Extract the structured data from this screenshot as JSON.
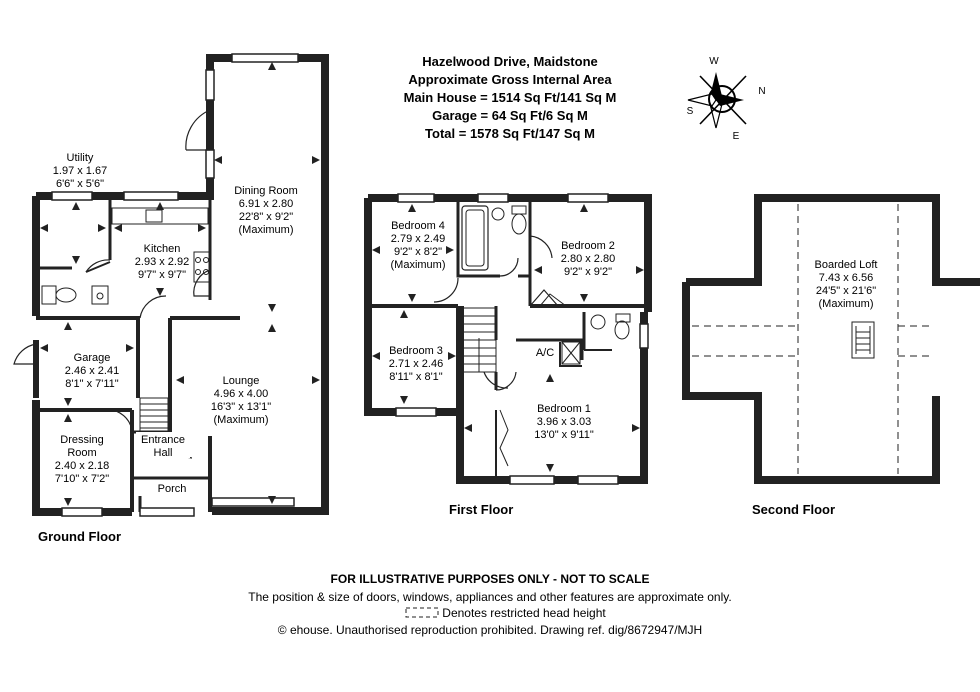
{
  "header": {
    "address": "Hazelwood Drive, Maidstone",
    "area_title": "Approximate Gross Internal Area",
    "main_house": "Main House = 1514 Sq Ft/141 Sq M",
    "garage": "Garage = 64 Sq Ft/6 Sq M",
    "total": "Total = 1578 Sq Ft/147 Sq M"
  },
  "compass": {
    "w": "W",
    "n": "N",
    "s": "S",
    "e": "E"
  },
  "ground_floor": {
    "label": "Ground Floor",
    "utility": {
      "name": "Utility",
      "metric": "1.97 x 1.67",
      "imperial": "6'6\" x 5'6\""
    },
    "kitchen": {
      "name": "Kitchen",
      "metric": "2.93 x 2.92",
      "imperial": "9'7\" x 9'7\""
    },
    "dining": {
      "name": "Dining Room",
      "metric": "6.91 x 2.80",
      "imperial": "22'8\" x 9'2\"",
      "note": "(Maximum)"
    },
    "garage": {
      "name": "Garage",
      "metric": "2.46 x 2.41",
      "imperial": "8'1\" x 7'11\""
    },
    "lounge": {
      "name": "Lounge",
      "metric": "4.96 x 4.00",
      "imperial": "16'3\" x 13'1\"",
      "note": "(Maximum)"
    },
    "dressing": {
      "name": "Dressing",
      "name2": "Room",
      "metric": "2.40 x 2.18",
      "imperial": "7'10\" x 7'2\""
    },
    "entrance": {
      "name": "Entrance",
      "name2": "Hall"
    },
    "porch": {
      "name": "Porch"
    }
  },
  "first_floor": {
    "label": "First Floor",
    "bedroom4": {
      "name": "Bedroom 4",
      "metric": "2.79 x 2.49",
      "imperial": "9'2\" x 8'2\"",
      "note": "(Maximum)"
    },
    "bedroom2": {
      "name": "Bedroom 2",
      "metric": "2.80 x 2.80",
      "imperial": "9'2\" x 9'2\""
    },
    "bedroom3": {
      "name": "Bedroom 3",
      "metric": "2.71 x 2.46",
      "imperial": "8'11\" x 8'1\""
    },
    "bedroom1": {
      "name": "Bedroom 1",
      "metric": "3.96 x 3.03",
      "imperial": "13'0\" x 9'11\""
    },
    "ac": "A/C"
  },
  "second_floor": {
    "label": "Second Floor",
    "loft": {
      "name": "Boarded Loft",
      "metric": "7.43 x 6.56",
      "imperial": "24'5\" x 21'6\"",
      "note": "(Maximum)"
    }
  },
  "footer": {
    "disclaimer": "FOR ILLUSTRATIVE PURPOSES ONLY - NOT TO SCALE",
    "position_note": "The position & size of doors, windows, appliances and other features are approximate only.",
    "legend": "Denotes restricted head height",
    "copyright": "© ehouse. Unauthorised reproduction prohibited. Drawing ref. dig/8672947/MJH"
  }
}
